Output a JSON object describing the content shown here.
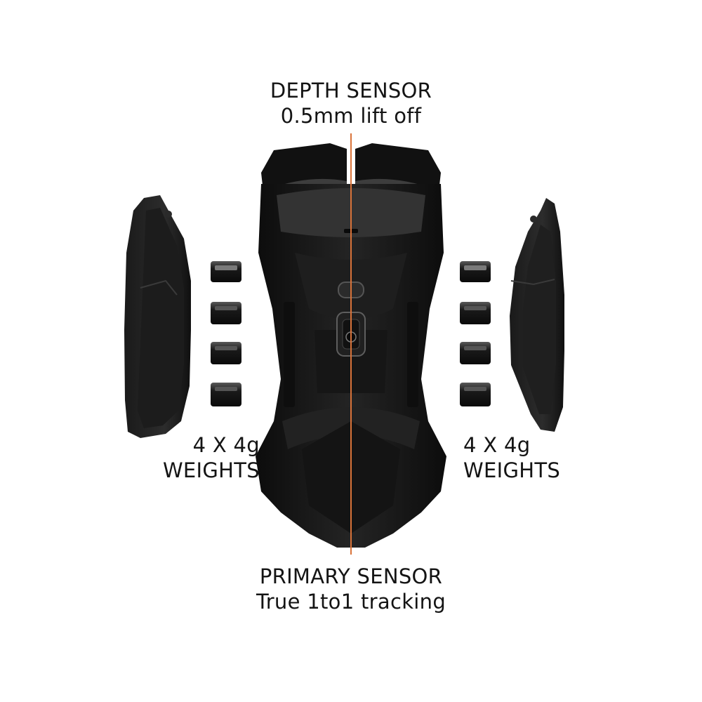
{
  "captions": {
    "depth_sensor": {
      "title": "DEPTH SENSOR",
      "detail": "0.5mm lift off"
    },
    "primary_sensor": {
      "title": "PRIMARY SENSOR",
      "detail": "True 1to1 tracking"
    },
    "weights_left": {
      "count": "4 X 4g",
      "label": "WEIGHTS"
    },
    "weights_right": {
      "count": "4 X 4g",
      "label": "WEIGHTS"
    }
  },
  "colors": {
    "background": "#ffffff",
    "text": "#141414",
    "mouse_body": "#161616",
    "mouse_highlight": "#3a3a3a",
    "sensor_axis_line": "#d9733a"
  }
}
